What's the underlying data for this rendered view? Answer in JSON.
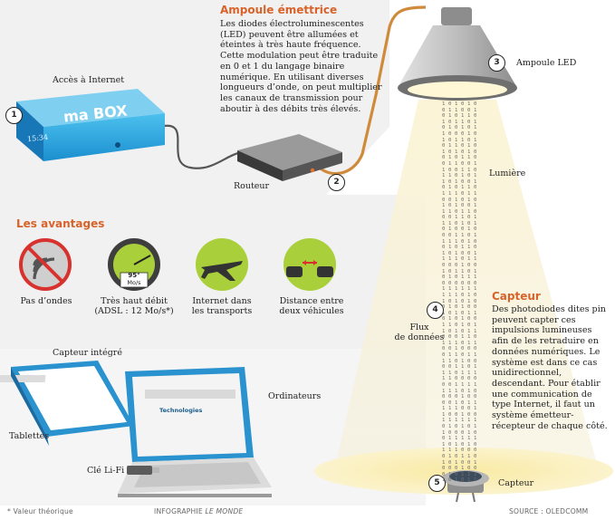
{
  "labels": {
    "acces_internet": "Accès à Internet",
    "routeur": "Routeur",
    "ampoule_led": "Ampoule LED",
    "lumiere": "Lumière",
    "flux_line1": "Flux",
    "flux_line2": "de données",
    "capteur_bottom": "Capteur",
    "capteur_integre": "Capteur intégré",
    "ordinateurs": "Ordinateurs",
    "tablettes": "Tablettes",
    "cle_lifi": "Clé Li-Fi",
    "box_brand": "ma BOX",
    "box_time": "15:34"
  },
  "numbers": [
    "1",
    "2",
    "3",
    "4",
    "5"
  ],
  "ampoule": {
    "title": "Ampoule émettrice",
    "text": "Les diodes électroluminescentes (LED) peuvent être allumées et éteintes à très haute fréquence. Cette modulation peut être traduite en 0 et 1 du langage binaire numérique. En utilisant diverses longueurs d’onde, on peut multiplier les canaux de transmission pour aboutir à des débits très élevés."
  },
  "avantages": {
    "title": "Les avantages",
    "items": [
      {
        "line1": "Pas d’ondes",
        "line2": "",
        "icon": "no-waves-icon"
      },
      {
        "line1": "Très haut débit",
        "line2": "(ADSL : 12 Mo/s*)",
        "icon": "speedometer-icon"
      },
      {
        "line1": "Internet dans",
        "line2": "les transports",
        "icon": "airplane-icon"
      },
      {
        "line1": "Distance entre",
        "line2": "deux véhicules",
        "icon": "car-distance-icon"
      }
    ],
    "gauge_value": "95°",
    "gauge_unit": "Mo/s"
  },
  "capteur": {
    "title": "Capteur",
    "text": "Des photodiodes dites pin peuvent capter ces impulsions lumineuses afin de les retraduire en données numériques. Le système est dans ce cas unidirectionnel, descendant. Pour établir une communication de type Internet, il faut un système émetteur-récepteur de chaque côté."
  },
  "screen": {
    "header": "Technologies"
  },
  "footer": {
    "note": "* Valeur théorique",
    "credit_prefix": "INFOGRAPHIE ",
    "credit_name": "LE MONDE",
    "source": "SOURCE : OLEDCOMM"
  },
  "binary_columns": [
    "1001011010011101011010010110100111010110100101101001110101101001011010011101011010010110100111010110100101101001110101101001011010",
    "0110100101101011001011011010010110101100101101101001011010110010110110100101101011001011011010010110101100101101101001011010110010",
    "1101001110100101110100110110100111010010111010011011010011101001011101001101101001110100101110100110110100111010010111010011011010",
    "0011101001011010001110101001110100101101000111010100111010010110100011101010011101001011010001110101001110100101101000111010100111",
    "1010010111010011101001011010010111010011101001011010010111010011101001011010010111010011101001011010010111010011101001011010010111",
    "0101101000101101010110100110110100010110101011010011011010001011010101101001101101000101101010110100110110100010110101011010011011"
  ]
}
